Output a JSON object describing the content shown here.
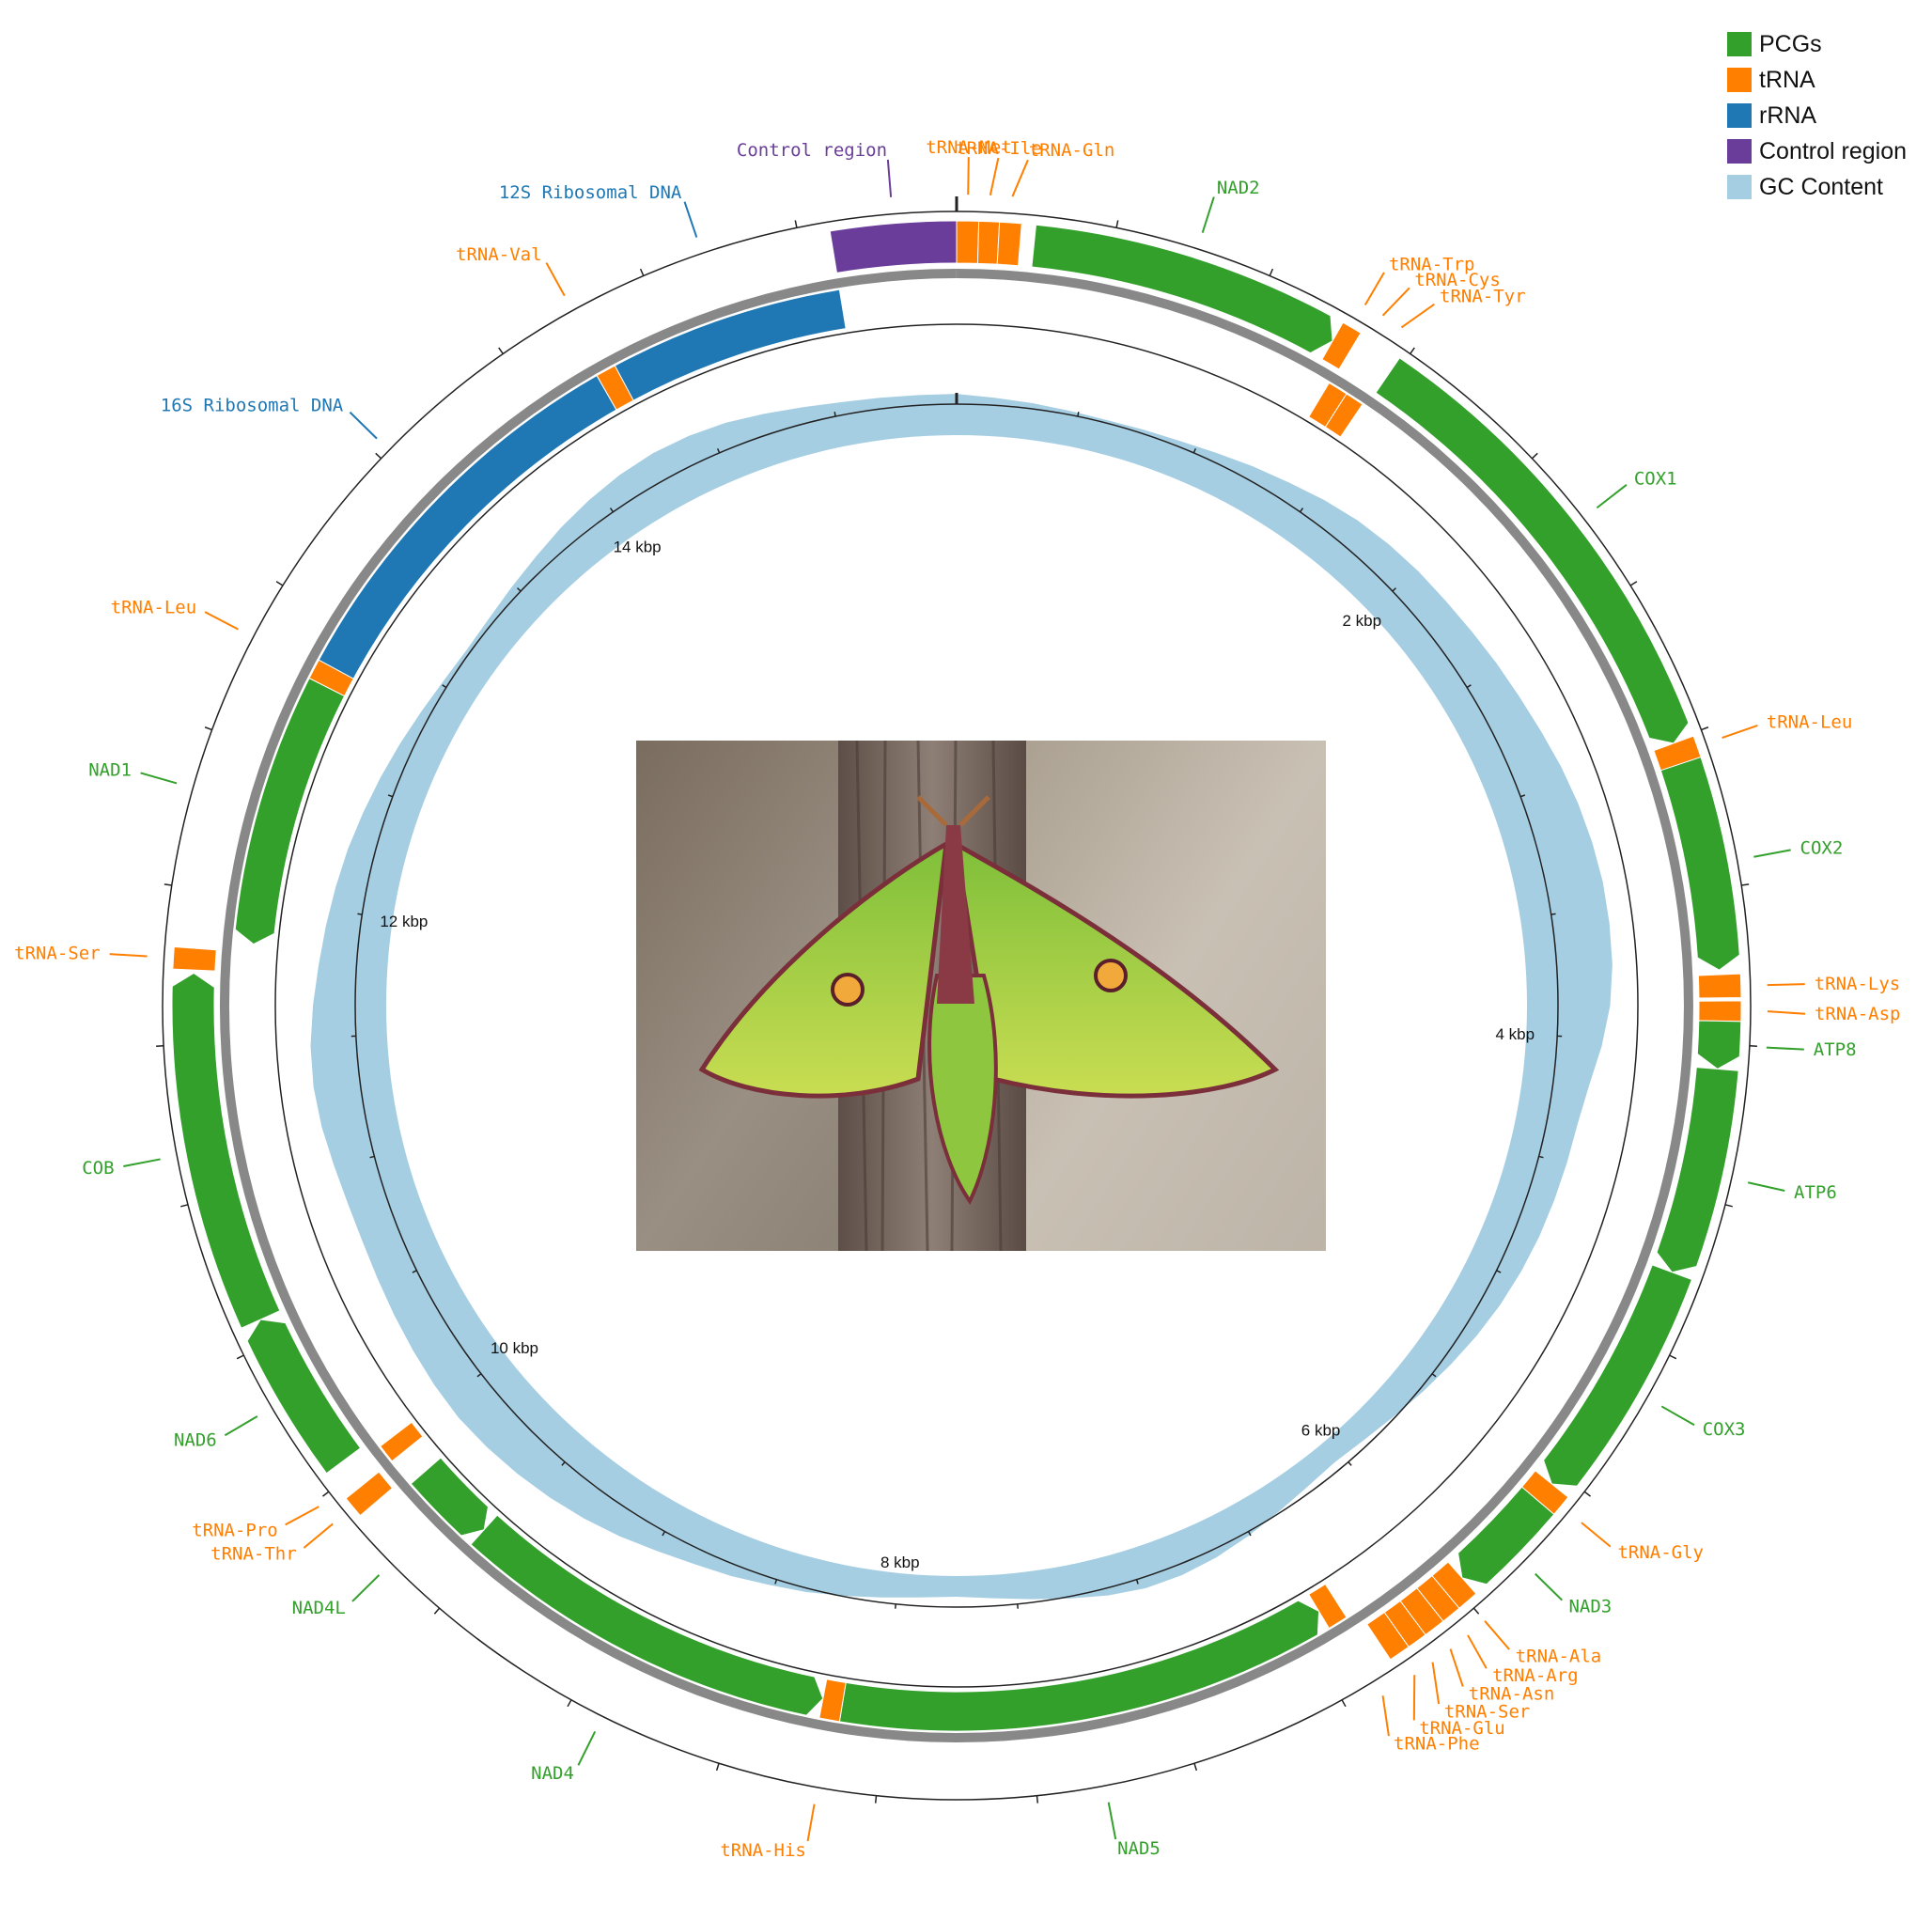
{
  "colors": {
    "pcg": "#33a02c",
    "trna": "#ff7f00",
    "rrna": "#1f78b4",
    "control": "#6a3d9a",
    "gc": "#a6cee3",
    "ring": "#888888",
    "line": "#222222"
  },
  "legend": [
    {
      "label": "PCGs",
      "color": "#33a02c"
    },
    {
      "label": "tRNA",
      "color": "#ff7f00"
    },
    {
      "label": "rRNA",
      "color": "#1f78b4"
    },
    {
      "label": "Control region",
      "color": "#6a3d9a"
    },
    {
      "label": "GC Content",
      "color": "#a6cee3"
    }
  ],
  "chart_data": {
    "type": "circular-genome-map",
    "genome_length_bp": 15500,
    "scale_labels": [
      {
        "label": "2 kbp",
        "bp": 2000
      },
      {
        "label": "4 kbp",
        "bp": 4000
      },
      {
        "label": "6 kbp",
        "bp": 6000
      },
      {
        "label": "8 kbp",
        "bp": 8000
      },
      {
        "label": "10 kbp",
        "bp": 10000
      },
      {
        "label": "12 kbp",
        "bp": 12000
      },
      {
        "label": "14 kbp",
        "bp": 14000
      }
    ],
    "features": [
      {
        "name": "tRNA-Met",
        "type": "trna",
        "strand": "+",
        "start": 0,
        "end": 70
      },
      {
        "name": "tRNA-Ile",
        "type": "trna",
        "strand": "+",
        "start": 70,
        "end": 135
      },
      {
        "name": "tRNA-Gln",
        "type": "trna",
        "strand": "+",
        "start": 135,
        "end": 205
      },
      {
        "name": "NAD2",
        "type": "pcg",
        "strand": "+",
        "start": 250,
        "end": 1270
      },
      {
        "name": "tRNA-Trp",
        "type": "trna",
        "strand": "+",
        "start": 1270,
        "end": 1335
      },
      {
        "name": "tRNA-Cys",
        "type": "trna",
        "strand": "-",
        "start": 1330,
        "end": 1400
      },
      {
        "name": "tRNA-Tyr",
        "type": "trna",
        "strand": "-",
        "start": 1400,
        "end": 1465
      },
      {
        "name": "COX1",
        "type": "pcg",
        "strand": "+",
        "start": 1480,
        "end": 3010
      },
      {
        "name": "tRNA-Leu",
        "type": "trna",
        "strand": "+",
        "start": 3010,
        "end": 3080
      },
      {
        "name": "COX2",
        "type": "pcg",
        "strand": "+",
        "start": 3080,
        "end": 3760
      },
      {
        "name": "tRNA-Lys",
        "type": "trna",
        "strand": "+",
        "start": 3775,
        "end": 3850
      },
      {
        "name": "tRNA-Asp",
        "type": "trna",
        "strand": "+",
        "start": 3860,
        "end": 3925
      },
      {
        "name": "ATP8",
        "type": "pcg",
        "strand": "+",
        "start": 3925,
        "end": 4080
      },
      {
        "name": "ATP6",
        "type": "pcg",
        "strand": "+",
        "start": 4080,
        "end": 4755
      },
      {
        "name": "COX3",
        "type": "pcg",
        "strand": "+",
        "start": 4755,
        "end": 5545
      },
      {
        "name": "tRNA-Gly",
        "type": "trna",
        "strand": "+",
        "start": 5545,
        "end": 5615
      },
      {
        "name": "NAD3",
        "type": "pcg",
        "strand": "+",
        "start": 5615,
        "end": 5965
      },
      {
        "name": "tRNA-Ala",
        "type": "trna",
        "strand": "+",
        "start": 5965,
        "end": 6035
      },
      {
        "name": "tRNA-Arg",
        "type": "trna",
        "strand": "+",
        "start": 6035,
        "end": 6100
      },
      {
        "name": "tRNA-Asn",
        "type": "trna",
        "strand": "+",
        "start": 6100,
        "end": 6170
      },
      {
        "name": "tRNA-Ser",
        "type": "trna",
        "strand": "+",
        "start": 6170,
        "end": 6235
      },
      {
        "name": "tRNA-Glu",
        "type": "trna",
        "strand": "+",
        "start": 6235,
        "end": 6305
      },
      {
        "name": "tRNA-Phe",
        "type": "trna",
        "strand": "-",
        "start": 6350,
        "end": 6420
      },
      {
        "name": "NAD5",
        "type": "pcg",
        "strand": "-",
        "start": 6420,
        "end": 8150
      },
      {
        "name": "tRNA-His",
        "type": "trna",
        "strand": "-",
        "start": 8150,
        "end": 8220
      },
      {
        "name": "NAD4",
        "type": "pcg",
        "strand": "-",
        "start": 8220,
        "end": 9560
      },
      {
        "name": "NAD4L",
        "type": "pcg",
        "strand": "-",
        "start": 9560,
        "end": 9850
      },
      {
        "name": "tRNA-Thr",
        "type": "trna",
        "strand": "+",
        "start": 9880,
        "end": 9950
      },
      {
        "name": "tRNA-Pro",
        "type": "trna",
        "strand": "-",
        "start": 9950,
        "end": 10015
      },
      {
        "name": "NAD6",
        "type": "pcg",
        "strand": "+",
        "start": 10050,
        "end": 10580
      },
      {
        "name": "COB",
        "type": "pcg",
        "strand": "+",
        "start": 10580,
        "end": 11730
      },
      {
        "name": "tRNA-Ser",
        "type": "trna",
        "strand": "+",
        "start": 11740,
        "end": 11810
      },
      {
        "name": "NAD1",
        "type": "pcg",
        "strand": "-",
        "start": 11840,
        "end": 12780
      },
      {
        "name": "tRNA-Leu",
        "type": "trna",
        "strand": "-",
        "start": 12780,
        "end": 12850
      },
      {
        "name": "16S Ribosomal DNA",
        "type": "rrna",
        "strand": "-",
        "start": 12850,
        "end": 14220
      },
      {
        "name": "tRNA-Val",
        "type": "trna",
        "strand": "-",
        "start": 14220,
        "end": 14290
      },
      {
        "name": "12S Ribosomal DNA",
        "type": "rrna",
        "strand": "-",
        "start": 14290,
        "end": 15100
      },
      {
        "name": "Control region",
        "type": "control",
        "strand": "+",
        "start": 15100,
        "end": 15500
      }
    ],
    "gc_content_profile": [
      0.43,
      0.4,
      0.38,
      0.36,
      0.35,
      0.36,
      0.38,
      0.42,
      0.47,
      0.52,
      0.58,
      0.63,
      0.66,
      0.68,
      0.69,
      0.71,
      0.74,
      0.77,
      0.81,
      0.86,
      0.9,
      0.93,
      0.95,
      0.95,
      0.94,
      0.9,
      0.82,
      0.72,
      0.66,
      0.64,
      0.62,
      0.6,
      0.57,
      0.53,
      0.48,
      0.42,
      0.36,
      0.3,
      0.25,
      0.22,
      0.25,
      0.3,
      0.36,
      0.41,
      0.44,
      0.44,
      0.4,
      0.34,
      0.28,
      0.23,
      0.2,
      0.22,
      0.26,
      0.31,
      0.36,
      0.4,
      0.45,
      0.49,
      0.55,
      0.62,
      0.68,
      0.73,
      0.77,
      0.8,
      0.82,
      0.81,
      0.79,
      0.77,
      0.75,
      0.74,
      0.75,
      0.78,
      0.82,
      0.84,
      0.83,
      0.79,
      0.74,
      0.7,
      0.66,
      0.62,
      0.57,
      0.52,
      0.47,
      0.42,
      0.38,
      0.36,
      0.38,
      0.42,
      0.47,
      0.53,
      0.58,
      0.62,
      0.64,
      0.63,
      0.6,
      0.55,
      0.5,
      0.46,
      0.44,
      0.43
    ]
  }
}
